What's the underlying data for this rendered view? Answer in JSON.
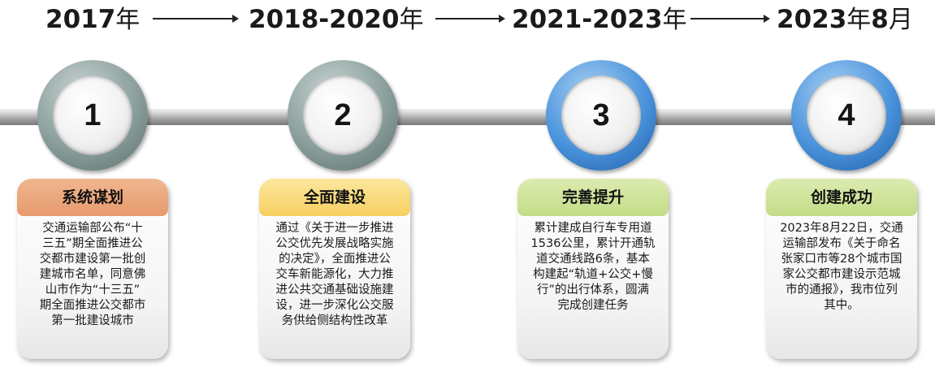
{
  "timeline": {
    "years": [
      {
        "num": "2017",
        "suffix": "年",
        "month": "",
        "msuffix": ""
      },
      {
        "num": "2018-2020",
        "suffix": "年",
        "month": "",
        "msuffix": ""
      },
      {
        "num": "2021-2023",
        "suffix": "年",
        "month": "",
        "msuffix": ""
      },
      {
        "num": "2023",
        "suffix": "年",
        "month": "8",
        "msuffix": "月"
      }
    ],
    "stages": [
      {
        "number": "1",
        "title": "系统谋划",
        "body": "交通运输部公布“十\n三五”期全面推进公\n交都市建设第一批创\n建城市名单，同意佛\n山市作为“十三五”\n期全面推进公交都市\n第一批建设城市"
      },
      {
        "number": "2",
        "title": "全面建设",
        "body": "通过《关于进一步推进\n公交优先发展战略实施\n的决定》，全面推进公\n交车新能源化，大力推\n进公共交通基础设施建\n设，进一步深化公交服\n务供给侧结构性改革"
      },
      {
        "number": "3",
        "title": "完善提升",
        "body": "累计建成自行车专用道\n1536公里，累计开通轨\n道交通线路6条，基本\n构建起“轨道+公交+慢\n行”的出行体系，圆满\n完成创建任务"
      },
      {
        "number": "4",
        "title": "创建成功",
        "body": "2023年8月22日，交通\n运输部发布《关于命名\n张家口市等28个城市国\n家公交都市建设示范城\n市的通报》，我市位列\n其中。"
      }
    ]
  },
  "colors": {
    "stage1_header": "#e79a6d",
    "stage2_header": "#f6cf60",
    "stage3_header": "#c3dc86",
    "stage4_header": "#c3dc86",
    "node_gray": "#7d9190",
    "node_blue": "#3a86d6"
  }
}
